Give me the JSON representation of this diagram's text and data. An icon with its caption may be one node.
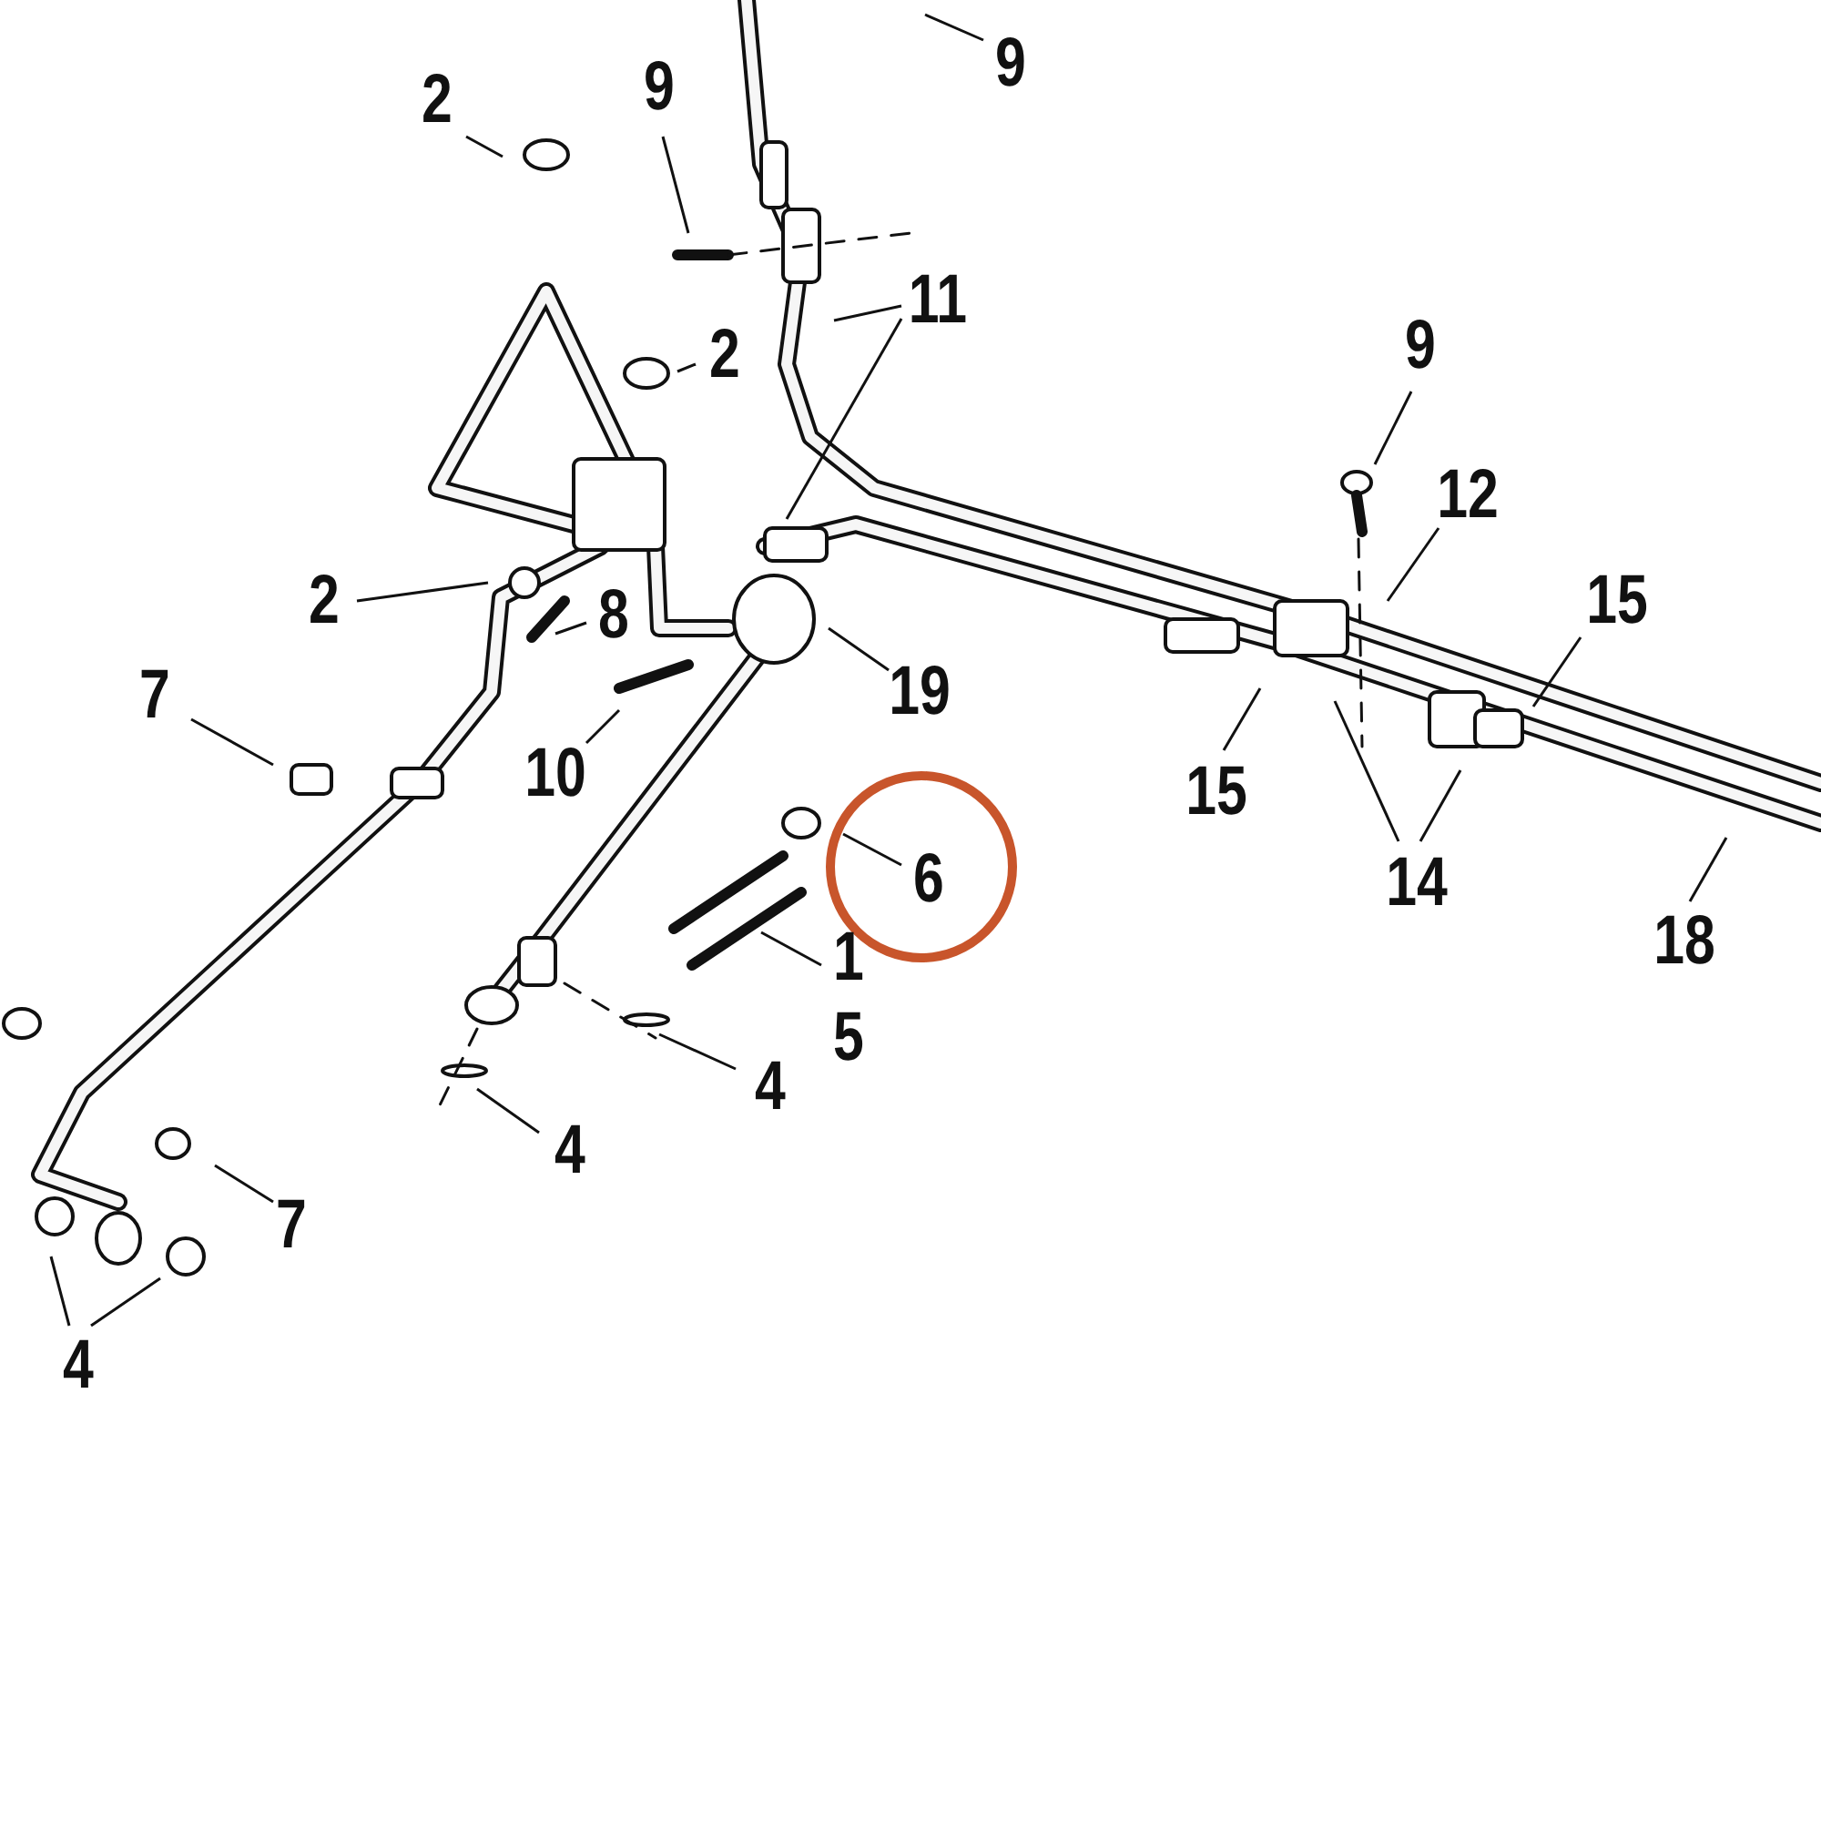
{
  "diagram": {
    "nodes": [
      {
        "text": [
          "9"
        ]
      },
      {
        "text": [
          "2"
        ]
      },
      {
        "text": [
          "9"
        ]
      },
      {
        "text": [
          "11"
        ]
      },
      {
        "text": [
          "2"
        ]
      },
      {
        "text": [
          "9"
        ]
      },
      {
        "text": [
          "12"
        ]
      },
      {
        "text": [
          "2"
        ]
      },
      {
        "text": [
          "8"
        ]
      },
      {
        "text": [
          "15"
        ]
      },
      {
        "text": [
          "7"
        ]
      },
      {
        "text": [
          "19"
        ]
      },
      {
        "text": [
          "10"
        ]
      },
      {
        "text": [
          "15"
        ]
      },
      {
        "text": [
          "6"
        ]
      },
      {
        "text": [
          "14"
        ]
      },
      {
        "text": [
          "18"
        ]
      },
      {
        "text": [
          "1 5"
        ]
      },
      {
        "text": [
          "4"
        ]
      },
      {
        "text": [
          "4"
        ]
      },
      {
        "text": [
          "7"
        ]
      },
      {
        "text": [
          "4"
        ]
      }
    ],
    "edges": [
      {
        "from": 0,
        "to": null,
        "arrow": "none"
      },
      {
        "from": 1,
        "to": null,
        "arrow": "none"
      },
      {
        "from": 2,
        "to": null,
        "arrow": "none"
      },
      {
        "from": 3,
        "to": null,
        "arrow": "none"
      },
      {
        "from": 3,
        "to": null,
        "arrow": "none"
      },
      {
        "from": 4,
        "to": null,
        "arrow": "none"
      },
      {
        "from": 5,
        "to": null,
        "arrow": "none"
      },
      {
        "from": 6,
        "to": null,
        "arrow": "none"
      },
      {
        "from": 7,
        "to": null,
        "arrow": "none"
      },
      {
        "from": 8,
        "to": null,
        "arrow": "none"
      },
      {
        "from": 9,
        "to": null,
        "arrow": "none"
      },
      {
        "from": 10,
        "to": null,
        "arrow": "none"
      },
      {
        "from": 11,
        "to": null,
        "arrow": "none"
      },
      {
        "from": 12,
        "to": null,
        "arrow": "none"
      },
      {
        "from": 13,
        "to": null,
        "arrow": "none"
      },
      {
        "from": 14,
        "to": null,
        "arrow": "none"
      },
      {
        "from": 15,
        "to": null,
        "arrow": "none"
      },
      {
        "from": 15,
        "to": null,
        "arrow": "none"
      },
      {
        "from": 16,
        "to": null,
        "arrow": "none"
      },
      {
        "from": 17,
        "to": null,
        "arrow": "none"
      },
      {
        "from": 18,
        "to": null,
        "arrow": "none"
      },
      {
        "from": 19,
        "to": null,
        "arrow": "none"
      },
      {
        "from": 20,
        "to": null,
        "arrow": "none"
      },
      {
        "from": 21,
        "to": null,
        "arrow": "none"
      },
      {
        "from": 21,
        "to": null,
        "arrow": "none"
      }
    ]
  }
}
